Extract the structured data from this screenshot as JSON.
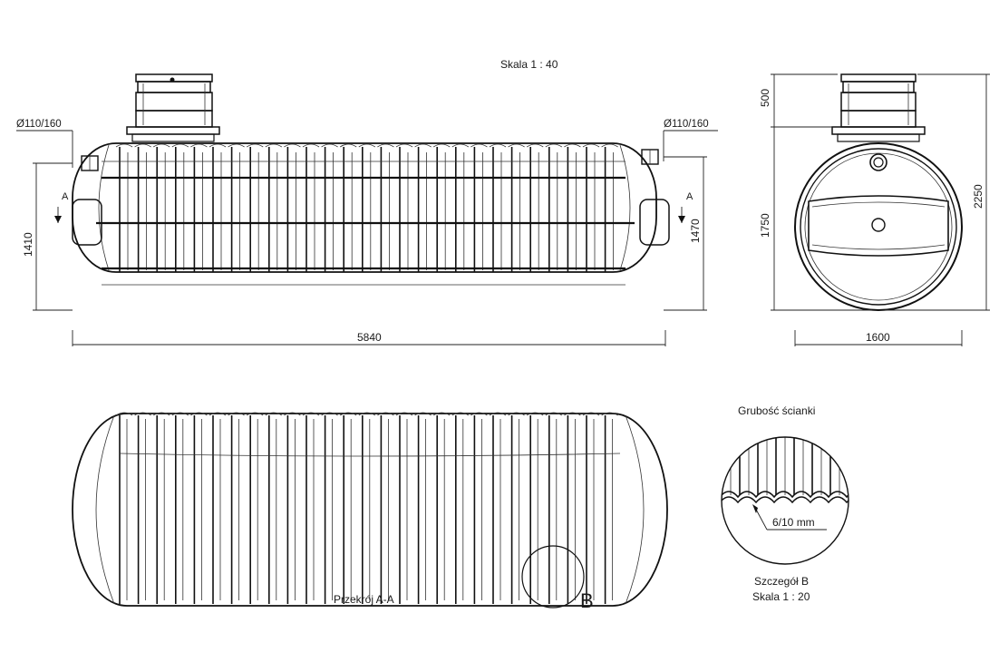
{
  "scale_label": "Skala 1 : 40",
  "pipe_left_label": "Ø110/160",
  "pipe_right_label": "Ø110/160",
  "section_marker_left": "A",
  "section_marker_right": "A",
  "dim_height_left": "1410",
  "dim_height_right": "1470",
  "dim_length": "5840",
  "dim_riser": "500",
  "dim_body_height": "1750",
  "dim_total_height": "2250",
  "dim_diameter": "1600",
  "section_label": "Przekrój A-A",
  "detail_marker": "B",
  "wall_title": "Grubość ścianki",
  "wall_thickness": "6/10 mm",
  "detail_title": "Szczegół B",
  "detail_scale": "Skala 1 : 20"
}
